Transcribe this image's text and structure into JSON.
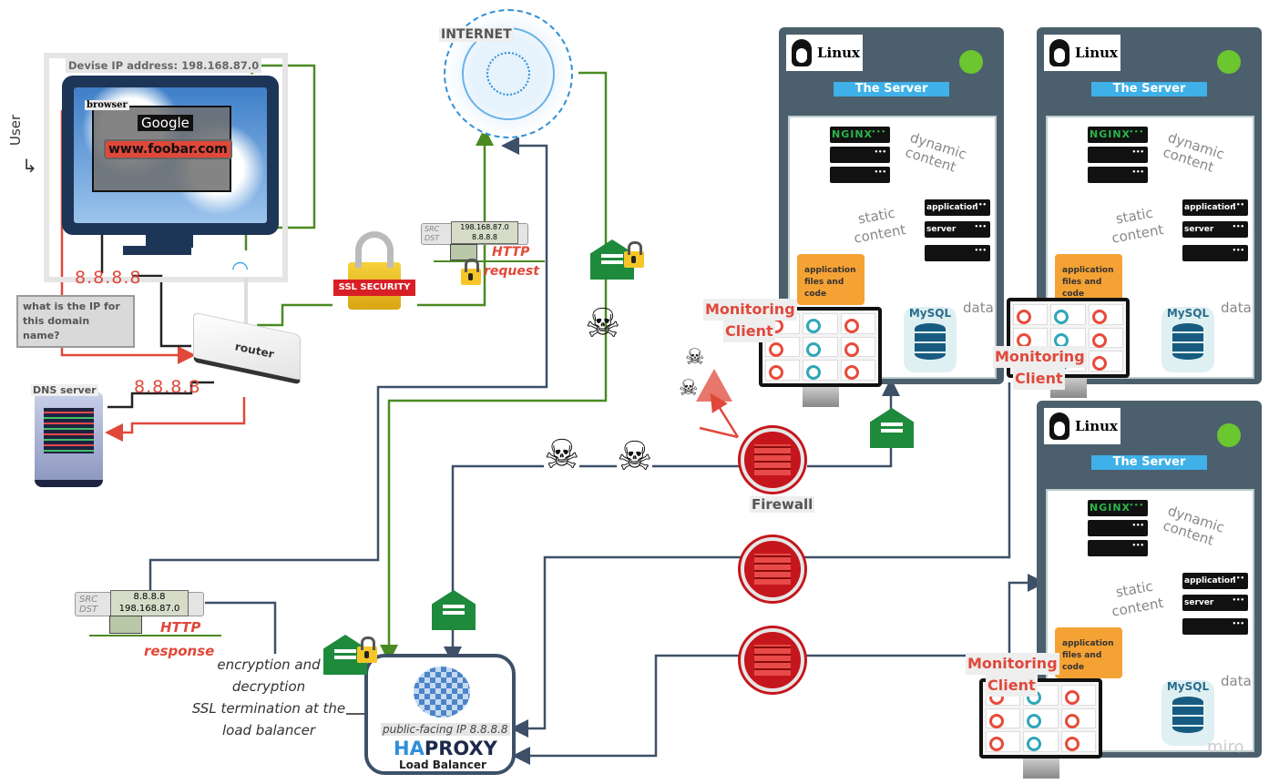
{
  "user_label": "User",
  "device": {
    "ip_label": "Devise IP address: 198.168.87.0",
    "browser_label": "browser",
    "search_engine": "Google",
    "url": "www.foobar.com"
  },
  "dns_query": {
    "question": "what is the IP for this domain name?",
    "answer_top": "8.8.8.8",
    "answer_bottom": "8.8.8.8"
  },
  "dns_server": {
    "label": "DNS server"
  },
  "router": {
    "label": "router"
  },
  "internet": {
    "label": "INTERNET"
  },
  "ssl": {
    "label": "SSL SECURITY"
  },
  "http_request": {
    "src_label": "SRC",
    "dst_label": "DST",
    "src": "198.168.87.0",
    "dst": "8.8.8.8",
    "title": "HTTP",
    "subtitle": "request"
  },
  "http_response": {
    "src_label": "SRC",
    "dst_label": "DST",
    "src": "8.8.8.8",
    "dst": "198.168.87.0",
    "title": "HTTP",
    "subtitle": "response"
  },
  "ssl_termination_note": {
    "line1": "encryption and",
    "line2": "decryption",
    "line3": "SSL termination at the",
    "line4": "load balancer"
  },
  "load_balancer": {
    "ip_label": "public-facing IP 8.8.8.8",
    "brand_ha": "HA",
    "brand_proxy": "PROXY",
    "subtitle": "Load Balancer"
  },
  "firewall": {
    "label": "Firewall"
  },
  "monitoring": {
    "line1": "Monitoring",
    "line2": "Client"
  },
  "servers": [
    {
      "os": "Linux",
      "title": "The Server",
      "web": "NGINX",
      "dynamic": "dynamic content",
      "static": "static content",
      "app_1": "application",
      "app_2": "server",
      "folder": "application files and code",
      "db": "MySQL",
      "data": "data"
    },
    {
      "os": "Linux",
      "title": "The Server",
      "web": "NGINX",
      "dynamic": "dynamic content",
      "static": "static content",
      "app_1": "application",
      "app_2": "server",
      "folder": "application files and code",
      "db": "MySQL",
      "data": "data"
    },
    {
      "os": "Linux",
      "title": "The Server",
      "web": "NGINX",
      "dynamic": "dynamic content",
      "static": "static content",
      "app_1": "application",
      "app_2": "server",
      "folder": "application files and code",
      "db": "MySQL",
      "data": "data"
    }
  ],
  "watermark": "miro",
  "colors": {
    "request_path": "#4a8a22",
    "dns_path": "#e0483a",
    "backend_path": "#3d5068",
    "alert": "#e0483a",
    "envelope": "#1e8a3c"
  }
}
